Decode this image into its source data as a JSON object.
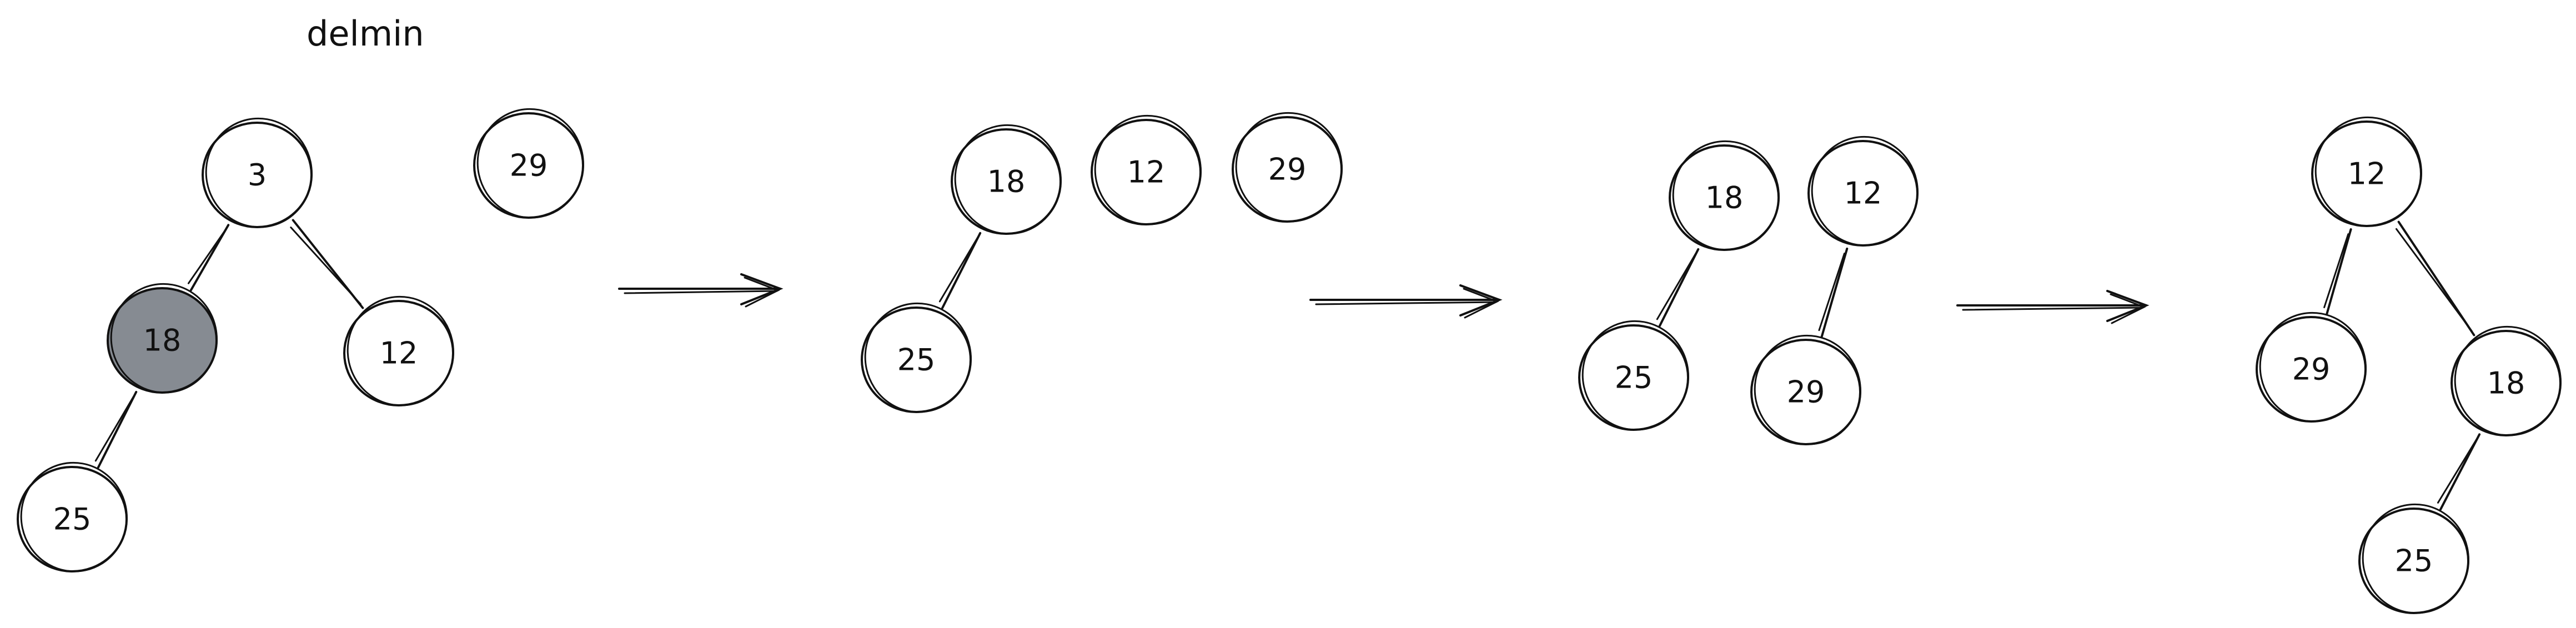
{
  "diagram": {
    "caption": "delmin",
    "highlight_color": "#868b92",
    "ink_color": "#111111",
    "stages": [
      {
        "nodes": [
          {
            "id": "s1-3",
            "label": "3",
            "highlight": false
          },
          {
            "id": "s1-29",
            "label": "29",
            "highlight": false
          },
          {
            "id": "s1-18",
            "label": "18",
            "highlight": true
          },
          {
            "id": "s1-12",
            "label": "12",
            "highlight": false
          },
          {
            "id": "s1-25",
            "label": "25",
            "highlight": false
          }
        ],
        "edges": [
          [
            "s1-3",
            "s1-18"
          ],
          [
            "s1-3",
            "s1-12"
          ],
          [
            "s1-18",
            "s1-25"
          ]
        ]
      },
      {
        "nodes": [
          {
            "id": "s2-18",
            "label": "18",
            "highlight": false
          },
          {
            "id": "s2-12",
            "label": "12",
            "highlight": false
          },
          {
            "id": "s2-29",
            "label": "29",
            "highlight": false
          },
          {
            "id": "s2-25",
            "label": "25",
            "highlight": false
          }
        ],
        "edges": [
          [
            "s2-18",
            "s2-25"
          ]
        ]
      },
      {
        "nodes": [
          {
            "id": "s3-18",
            "label": "18",
            "highlight": false
          },
          {
            "id": "s3-12",
            "label": "12",
            "highlight": false
          },
          {
            "id": "s3-25",
            "label": "25",
            "highlight": false
          },
          {
            "id": "s3-29",
            "label": "29",
            "highlight": false
          }
        ],
        "edges": [
          [
            "s3-18",
            "s3-25"
          ],
          [
            "s3-12",
            "s3-29"
          ]
        ]
      },
      {
        "nodes": [
          {
            "id": "s4-12",
            "label": "12",
            "highlight": false
          },
          {
            "id": "s4-29",
            "label": "29",
            "highlight": false
          },
          {
            "id": "s4-18",
            "label": "18",
            "highlight": false
          },
          {
            "id": "s4-25",
            "label": "25",
            "highlight": false
          }
        ],
        "edges": [
          [
            "s4-12",
            "s4-29"
          ],
          [
            "s4-12",
            "s4-18"
          ],
          [
            "s4-18",
            "s4-25"
          ]
        ]
      }
    ],
    "transitions": 3
  }
}
